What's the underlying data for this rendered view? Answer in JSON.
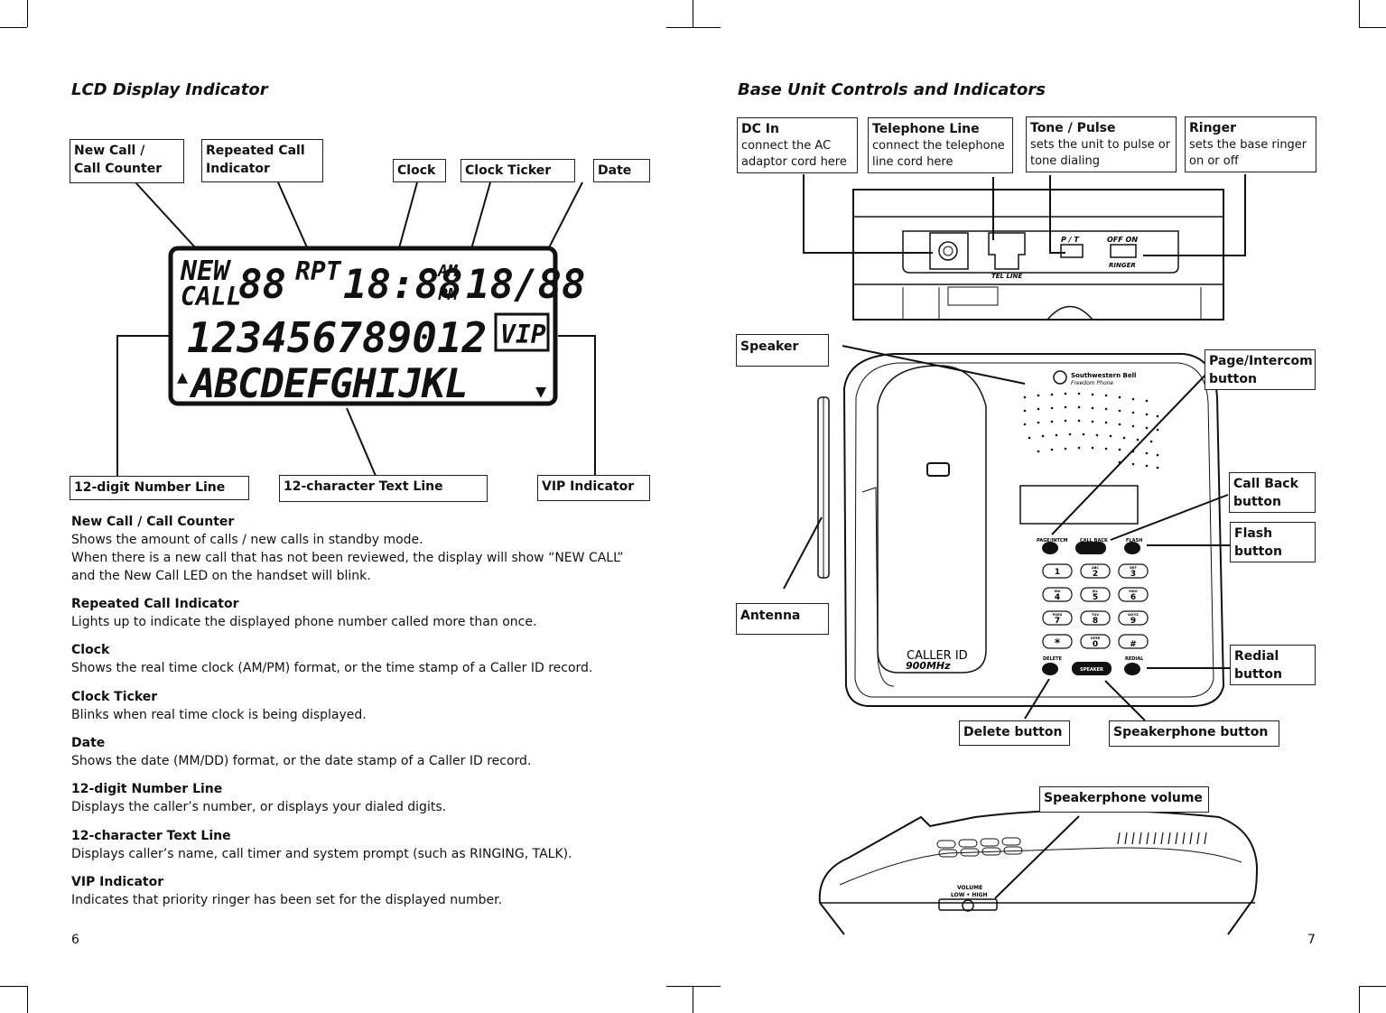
{
  "left_page": {
    "heading": "LCD Display Indicator",
    "labels": {
      "new_call": "New Call / Call Counter",
      "repeated_call": "Repeated Call Indicator",
      "clock": "Clock",
      "clock_ticker": "Clock Ticker",
      "date": "Date",
      "number_line": "12-digit Number Line",
      "text_line": "12-character Text Line",
      "vip": "VIP Indicator"
    },
    "lcd": {
      "new": "NEW",
      "call": "CALL",
      "counter": "88",
      "rpt": "RPT",
      "time": "18:88",
      "am": "AM",
      "pm": "PM",
      "date": "18/88",
      "digits": "123456789012",
      "vip": "VIP",
      "text": "ABCDEFGHIJKL",
      "up_arrow": "▲",
      "down_arrow": "▼"
    },
    "descriptions": [
      {
        "title": "New Call / Call Counter",
        "text": "Shows the amount of calls / new calls in standby mode.\nWhen there is a new call that has not been reviewed, the display will show “NEW CALL” and the New Call LED on the handset will blink."
      },
      {
        "title": "Repeated Call Indicator",
        "text": "Lights up to indicate the displayed phone number called more than once."
      },
      {
        "title": "Clock",
        "text": "Shows the real time clock (AM/PM) format, or the time stamp of a Caller ID record."
      },
      {
        "title": "Clock Ticker",
        "text": "Blinks when real time clock is being displayed."
      },
      {
        "title": "Date",
        "text": "Shows the date (MM/DD) format, or the date stamp of a Caller ID record."
      },
      {
        "title": "12-digit Number Line",
        "text": "Displays the caller’s number, or displays your dialed digits."
      },
      {
        "title": "12-character Text Line",
        "text": "Displays caller’s name, call timer and system prompt (such as RINGING, TALK)."
      },
      {
        "title": "VIP Indicator",
        "text": "Indicates that priority ringer has been set for the displayed number."
      }
    ],
    "page_number": "6"
  },
  "right_page": {
    "heading": "Base Unit Controls and Indicators",
    "callouts": {
      "dc_in": {
        "title": "DC In",
        "text": "connect the AC adaptor cord here"
      },
      "tel_line": {
        "title": "Telephone Line",
        "text": "connect the telephone line cord here"
      },
      "tone_pulse": {
        "title": "Tone / Pulse",
        "text": "sets the unit to pulse or tone dialing"
      },
      "ringer": {
        "title": "Ringer",
        "text": "sets the base ringer on or off"
      },
      "speaker": "Speaker",
      "page_intercom": "Page/Intercom button",
      "call_back": "Call Back button",
      "flash": "Flash button",
      "antenna": "Antenna",
      "redial": "Redial button",
      "delete": "Delete button",
      "speakerphone": "Speakerphone button",
      "speakerphone_volume": "Speakerphone volume"
    },
    "device_labels": {
      "pt": "P / T",
      "off_on": "OFF   ON",
      "tel_line": "TEL LINE",
      "ringer": "RINGER",
      "brand": "Southwestern Bell",
      "brand_sub": "Freedom Phone",
      "page_intercom_key": "PAGE/INTCM",
      "call_back_key": "CALL BACK",
      "flash_key": "FLASH",
      "delete_key": "DELETE",
      "redial_key": "REDIAL",
      "speaker_key": "SPEAKER",
      "caller_id": "CALLER ID",
      "mhz": "900MHz",
      "volume": "VOLUME",
      "low_high": "LOW  •  HIGH",
      "keys": [
        "1",
        "2",
        "3",
        "4",
        "5",
        "6",
        "7",
        "8",
        "9",
        "*",
        "0",
        "#"
      ],
      "key_sub": [
        "",
        "ABC",
        "DEF",
        "GHI",
        "JKL",
        "MNO",
        "PQRS",
        "TUV",
        "WXYZ",
        "",
        "OPER",
        ""
      ]
    },
    "page_number": "7"
  }
}
